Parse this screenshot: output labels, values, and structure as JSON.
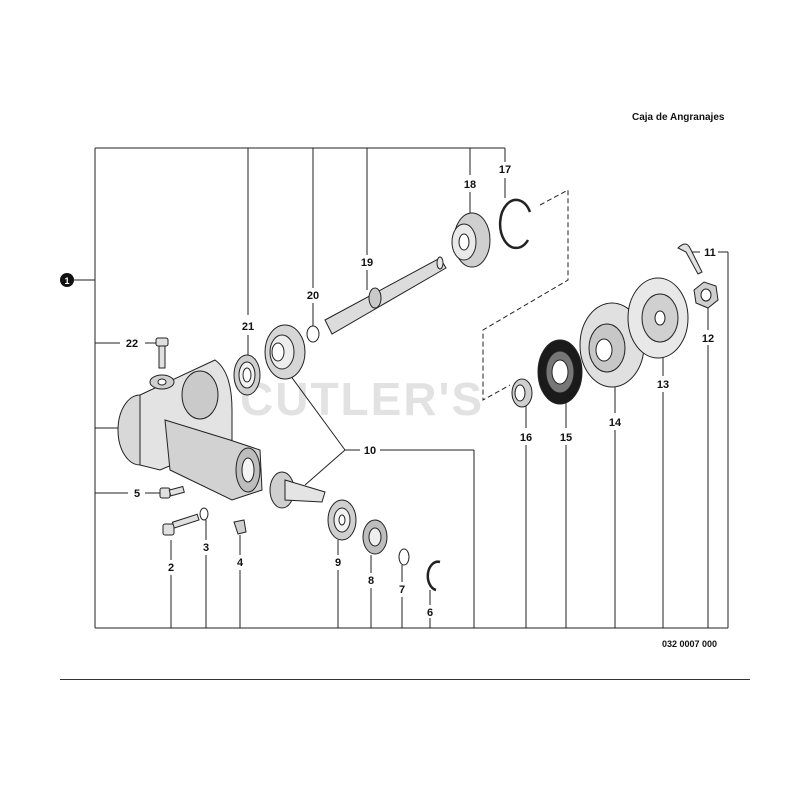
{
  "title": "Caja de Angranajes",
  "diagram_code": "032 0007 000",
  "watermark": "CUTLER'S",
  "assembly_marker": "1",
  "callouts": [
    "2",
    "3",
    "4",
    "5",
    "6",
    "7",
    "8",
    "9",
    "10",
    "11",
    "12",
    "13",
    "14",
    "15",
    "16",
    "17",
    "18",
    "19",
    "20",
    "21",
    "22"
  ],
  "colors": {
    "line": "#222222",
    "part_fill": "#e6e6e6",
    "part_dark": "#8a8a8a",
    "seal": "#1a1a1a"
  }
}
